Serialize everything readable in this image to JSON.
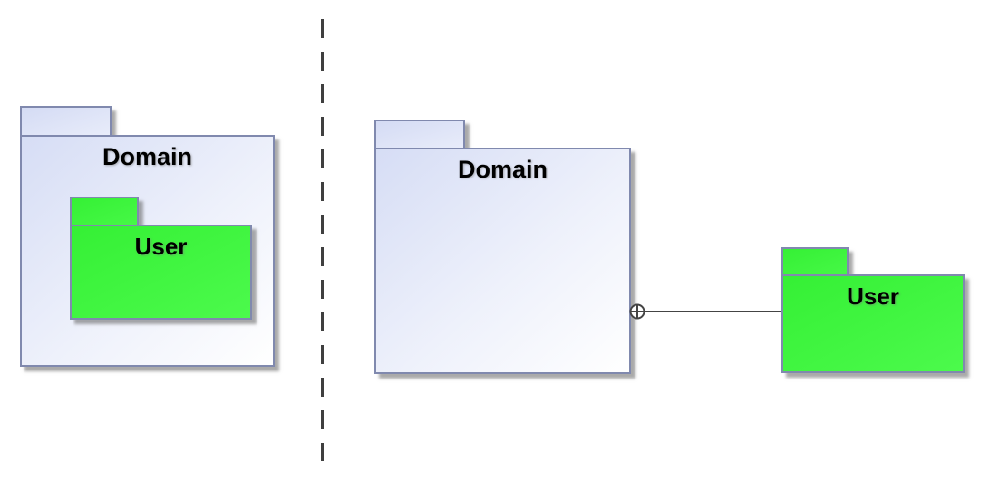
{
  "diagram": {
    "type": "uml-package-containment-comparison",
    "left_panel": {
      "notation": "nested-packages",
      "domain": {
        "label": "Domain"
      },
      "user": {
        "label": "User"
      }
    },
    "right_panel": {
      "notation": "containment-anchor-link",
      "domain": {
        "label": "Domain"
      },
      "user": {
        "label": "User"
      },
      "connector": {
        "icon": "containment-anchor-icon",
        "symbol": "⊕"
      }
    },
    "colors": {
      "package_blue_start": "#d6ddf5",
      "package_blue_end": "#ffffff",
      "package_green_start": "#35f035",
      "package_green_end": "#4cfa4c",
      "border": "#8089ae",
      "shadow": "#a6a6a6",
      "connector_line": "#444444",
      "separator_dash": "#3f3f3f",
      "label_text": "#000000"
    }
  }
}
